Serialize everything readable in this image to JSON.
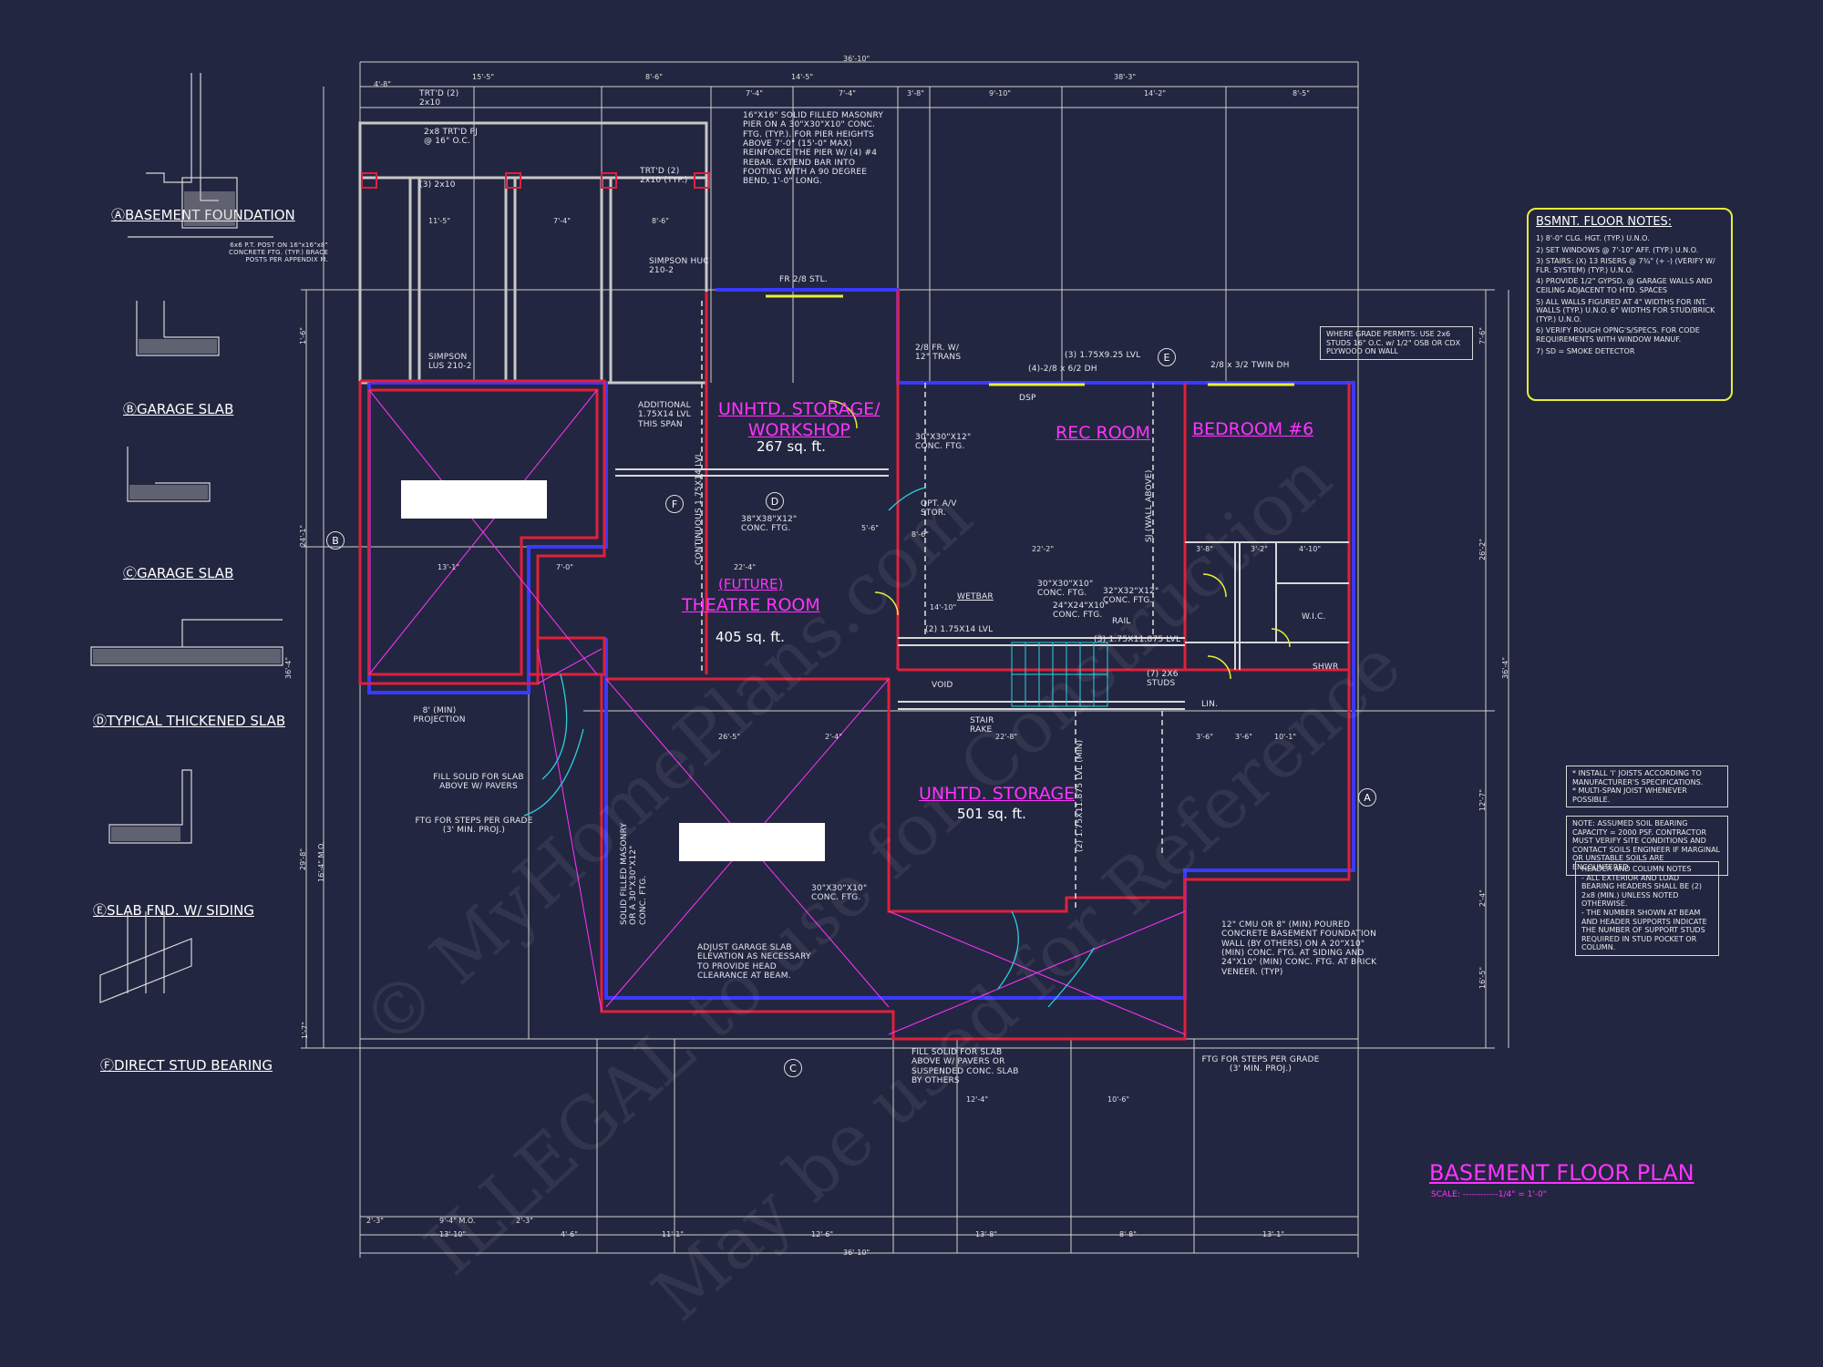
{
  "colors": {
    "background": "#232640",
    "wall_red": "#e0203a",
    "wall_blue": "#3a3aff",
    "room_label": "#ff33ff",
    "notes_border": "#e6ee3a",
    "cyan": "#2ad0e0"
  },
  "plan": {
    "title": "BASEMENT FLOOR PLAN",
    "scale": "SCALE: ------------1/4\" = 1'-0\""
  },
  "watermarks": [
    "© MyHomePlans.com",
    "ILLEGAL to use for Construction",
    "May be used for Reference"
  ],
  "rooms": {
    "storage_workshop": {
      "name": "UNHTD. STORAGE/\nWORKSHOP",
      "area": "267 sq. ft."
    },
    "rec_room": {
      "name": "REC ROOM"
    },
    "bedroom6": {
      "name": "BEDROOM #6"
    },
    "theatre": {
      "future": "(FUTURE)",
      "name": "THEATRE ROOM",
      "area": "405 sq. ft."
    },
    "storage": {
      "name": "UNHTD. STORAGE",
      "area": "501 sq. ft."
    }
  },
  "details": [
    {
      "title": "BASEMENT FOUNDATION",
      "letter": "A"
    },
    {
      "title": "GARAGE SLAB",
      "letter": "B"
    },
    {
      "title": "GARAGE SLAB",
      "letter": "C"
    },
    {
      "title": "TYPICAL THICKENED SLAB",
      "letter": "D"
    },
    {
      "title": "SLAB FND. W/ SIDING",
      "letter": "E"
    },
    {
      "title": "DIRECT STUD BEARING",
      "letter": "F"
    }
  ],
  "notes": {
    "title": "BSMNT. FLOOR NOTES:",
    "items": [
      "1) 8'-0\" CLG. HGT. (TYP.) U.N.O.",
      "2) SET WINDOWS @ 7'-10\" AFF. (TYP.) U.N.O.",
      "3) STAIRS: (X) 13 RISERS @ 7¾\" (+ -) (VERIFY W/ FLR. SYSTEM) (TYP.) U.N.O.",
      "4) PROVIDE 1/2\" GYPSD. @ GARAGE WALLS AND CEILING ADJACENT TO HTD. SPACES",
      "5) ALL WALLS FIGURED AT 4\" WIDTHS FOR INT. WALLS (TYP.) U.N.O. 6\" WIDTHS FOR STUD/BRICK (TYP.) U.N.O.",
      "6) VERIFY ROUGH OPNG'S/SPECS. FOR CODE REQUIREMENTS WITH WINDOW MANUF.",
      "7) SD = SMOKE DETECTOR"
    ]
  },
  "right_notes": [
    "* INSTALL 'I' JOISTS ACCORDING TO MANUFACTURER'S SPECIFICATIONS.\n* MULTI-SPAN JOIST WHENEVER POSSIBLE.",
    "NOTE: ASSUMED SOIL BEARING CAPACITY = 2000 PSF. CONTRACTOR MUST VERIFY SITE CONDITIONS AND CONTACT SOILS ENGINEER IF MARGINAL OR UNSTABLE SOILS ARE ENCOUNTERED",
    "HEADER AND COLUMN NOTES\n- ALL EXTERIOR AND LOAD BEARING HEADERS SHALL BE (2) 2x8 (MIN.) UNLESS NOTED OTHERWISE.\n- THE NUMBER SHOWN AT BEAM AND HEADER SUPPORTS INDICATE THE NUMBER OF SUPPORT STUDS REQUIRED IN STUD POCKET OR COLUMN."
  ],
  "annotations": {
    "grade_note": "WHERE GRADE PERMITS: USE 2x6 STUDS 16\" O.C. w/ 1/2\" OSB OR CDX PLYWOOD ON WALL",
    "pier_note": "16\"X16\" SOLID FILLED MASONRY PIER ON A 30\"X30\"X10\" CONC. FTG. (TYP.). FOR PIER HEIGHTS ABOVE 7'-0\" (15'-0\" MAX) REINFORCE THE PIER W/ (4) #4 REBAR. EXTEND BAR INTO FOOTING WITH A 90 DEGREE BEND, 1'-0\" LONG.",
    "fnd_wall": "12\" CMU OR 8\" (MIN) POURED CONCRETE BASEMENT FOUNDATION WALL (BY OTHERS) ON A 20\"X10\" (MIN) CONC. FTG. AT SIDING AND 24\"X10\" (MIN) CONC. FTG. AT BRICK VENEER. (TYP)",
    "adjust_slab": "ADJUST GARAGE SLAB ELEVATION AS NECESSARY TO PROVIDE HEAD CLEARANCE AT BEAM.",
    "fill_solid_1": "FILL SOLID FOR SLAB ABOVE W/ PAVERS",
    "ftg_steps_1": "FTG FOR STEPS PER GRADE (3' MIN. PROJ.)",
    "fill_solid_2": "FILL SOLID FOR SLAB ABOVE W/ PAVERS OR SUSPENDED CONC. SLAB BY OTHERS",
    "ftg_steps_2": "FTG FOR STEPS PER GRADE (3' MIN. PROJ.)",
    "projection": "8' (MIN) PROJECTION",
    "additional_lvl": "ADDITIONAL 1.75X14 LVL THIS SPAN",
    "studs_712": "(7) 2X6 STUDS",
    "simpson_huc": "SIMPSON HUC 210-2",
    "simpson_lus": "SIMPSON LUS 210-2",
    "pt_posts": "6x6 P.T. POST ON 16\"x16\"x8\" CONCRETE FTG. (TYP.) BRACE POSTS PER APPENDIX M.",
    "ftg_38": "38\"X38\"X12\" CONC. FTG.",
    "ftg_30": "30\"X30\"X12\" CONC. FTG.",
    "ftg_30b": "30\"X30\"X10\" CONC. FTG.",
    "ftg_24": "24\"X24\"X10\" CONC. FTG.",
    "ftg_32": "32\"X32\"X12\" CONC. FTG.",
    "ftg_30c": "30\"X30\"X10\" CONC. FTG.",
    "lvl_1": "(3) 1.75X9.25 LVL",
    "lvl_2": "(3) 1.75X11.875 LVL",
    "lvl_3": "(2) 1.75X14 LVL",
    "lvl_4": "(2) 1.75X11.875 LVL (MIN)",
    "window_1": "FR 2/8 STL.",
    "window_2": "(4)-2/8 x 6/2 DH",
    "window_3": "2/8 x 3/2 TWIN DH",
    "trans": "2/8 FR. W/ 12\" TRANS",
    "wetbar": "WETBAR",
    "rail": "RAIL",
    "stair_rake": "STAIR RAKE",
    "void": "VOID",
    "wic": "W.I.C.",
    "shwr": "SHWR",
    "lin": "LIN.",
    "sj": "SJ (WALL ABOVE)",
    "continuous": "CONTINUOUS 1.75X14 LVL",
    "trtd1": "TRT'D (2) 2x10",
    "trtd2": "2x8 TRT'D PJ @ 16\" O.C.",
    "trtd3": "TRT'D (2) 2x10 (TYP.)",
    "trtd4": "(3) 2x10",
    "opt_av": "OPT. A/V STOR.",
    "solid_filled": "SOLID FILLED MASONRY OR A 30\"X30\"X12\" CONC. FTG.",
    "dsp": "DSP"
  },
  "dims": {
    "top_overall": "36'-10\"",
    "bottom_overall": "36'-10\"",
    "top_row1": [
      "4'-8\"",
      "15'-5\"",
      "8'-6\"",
      "14'-5\"",
      "38'-3\""
    ],
    "top_row2": [
      "7'-4\"",
      "7'-4\"",
      "3'-8\"",
      "9'-10\"",
      "14'-2\"",
      "8'-5\""
    ],
    "bottom_row1": [
      "4'-6\"",
      "11'-1\"",
      "12'-6\"",
      "13'-8\"",
      "8'-8\"",
      "13'-1\""
    ],
    "bottom_row2": [
      "2'-3\"",
      "9'-4\" M.O.",
      "2'-3\"",
      "13'-10\""
    ],
    "interior": [
      "22'-4\"",
      "22'-2\"",
      "26'-5\"",
      "22'-8\"",
      "10'-1\"",
      "12'-4\"",
      "10'-6\"",
      "11'-5\"",
      "7'-4\"",
      "8'-6\"",
      "3'-8\"",
      "3'-2\"",
      "4'-10\"",
      "2'-4\"",
      "3'-6\"",
      "3'-6\"",
      "13'-1\"",
      "7'-0\"",
      "14'-10\"",
      "8'-6\"",
      "5'-6\""
    ],
    "left": [
      "1'-6\"",
      "24'-1\"",
      "36'-4\"",
      "29'-8\"",
      "16'-4\" M.O.",
      "1'-7\""
    ],
    "right": [
      "7'-6\"",
      "26'-2\"",
      "36'-4\"",
      "12'-7\"",
      "2'-4\"",
      "16'-5\""
    ]
  },
  "grid_labels": [
    "A",
    "B",
    "C",
    "D",
    "E",
    "F"
  ]
}
